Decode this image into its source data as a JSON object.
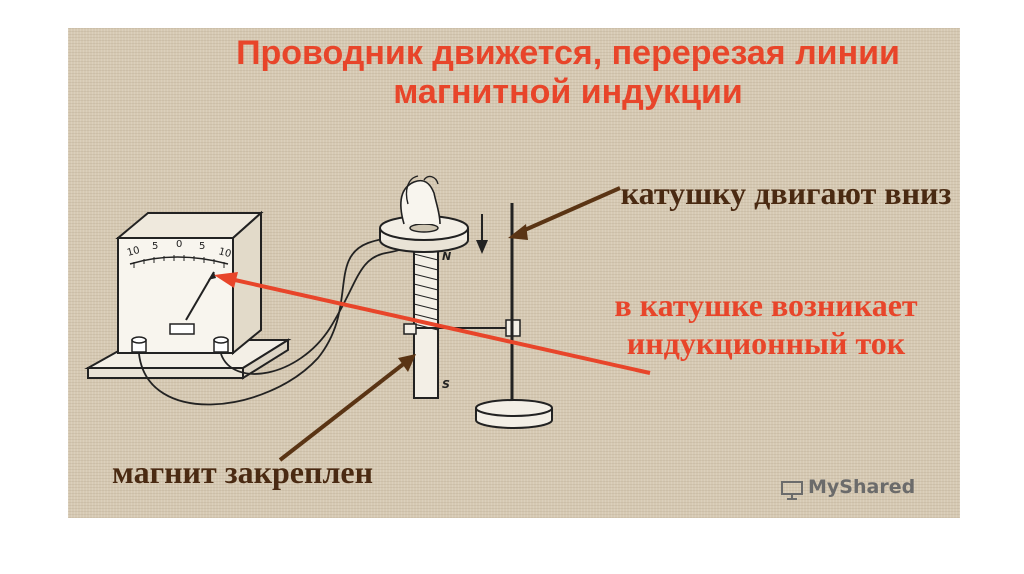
{
  "title": "Проводник движется, перерезая линии магнитной индукции",
  "labels": {
    "coil_moving": "катушку двигают вниз",
    "induced_current": "в катушке возникает индукционный ток",
    "magnet_fixed": "магнит закреплен"
  },
  "meter": {
    "scale": [
      "10",
      "5",
      "0",
      "5",
      "10"
    ]
  },
  "poles": {
    "north": "N",
    "south": "S"
  },
  "watermark": "MyShared",
  "colors": {
    "title": "#e8452a",
    "accent_red": "#e8452a",
    "brown": "#4a2a12",
    "background": "#d6c9b3"
  }
}
